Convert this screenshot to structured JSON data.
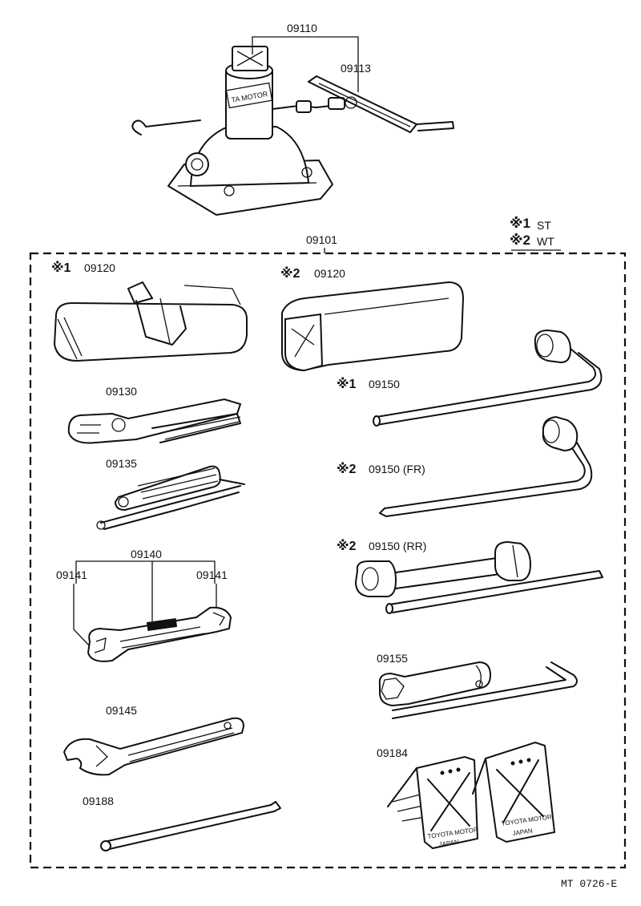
{
  "legend": {
    "items": [
      {
        "mark": "※1",
        "code": "ST"
      },
      {
        "mark": "※2",
        "code": "WT"
      }
    ]
  },
  "labels": {
    "jack_assembly": "09110",
    "jack_handle": "09113",
    "tool_set": "09101",
    "bag_st_mark": "※1",
    "bag_st": "09120",
    "bag_wt_mark": "※2",
    "bag_wt": "09120",
    "pliers": "09130",
    "screwdriver": "09135",
    "wrench_set": "09140",
    "wrench_left": "09141",
    "wrench_right": "09141",
    "adjustable_wrench": "09145",
    "tire_lever": "09188",
    "lug_wrench_st_mark": "※1",
    "lug_wrench_st": "09150",
    "lug_wrench_fr_mark": "※2",
    "lug_wrench_fr": "09150 (FR)",
    "lug_wrench_rr_mark": "※2",
    "lug_wrench_rr": "09150 (RR)",
    "plug_wrench": "09155",
    "wheel_chock": "09184"
  },
  "embossed_text": {
    "jack_brand": "TA MOTOR",
    "chock_brand": "TOYOTA MOTOR",
    "chock_origin": "JAPAN"
  },
  "footer": {
    "catalog_code": "MT 0726-E"
  }
}
